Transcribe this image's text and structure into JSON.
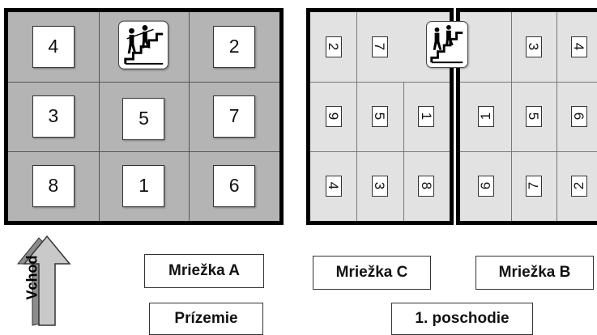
{
  "grid_a": {
    "rows": [
      [
        "4",
        "",
        "2"
      ],
      [
        "3",
        "5",
        "7"
      ],
      [
        "8",
        "1",
        "6"
      ]
    ],
    "stairs_icon": "stairs-icon"
  },
  "grid_c": {
    "rows": [
      [
        "2",
        "7",
        ""
      ],
      [
        "9",
        "5",
        "1"
      ],
      [
        "4",
        "3",
        "8"
      ]
    ],
    "stairs_icon": "stairs-icon"
  },
  "grid_b": {
    "rows": [
      [
        "",
        "3",
        "4"
      ],
      [
        "1",
        "5",
        "6"
      ],
      [
        "6",
        "7",
        "2"
      ]
    ]
  },
  "labels": {
    "grid_a": "Mriežka A",
    "grid_c": "Mriežka C",
    "grid_b": "Mriežka B",
    "ground_floor": "Prízemie",
    "first_floor": "1. poschodie",
    "entrance": "Vchod"
  },
  "colors": {
    "grid_a_fill": "#b4b4b4",
    "grid_small_fill": "#e2e2e2",
    "frame": "#000000",
    "arrow_fill": "#c9c9c9"
  }
}
